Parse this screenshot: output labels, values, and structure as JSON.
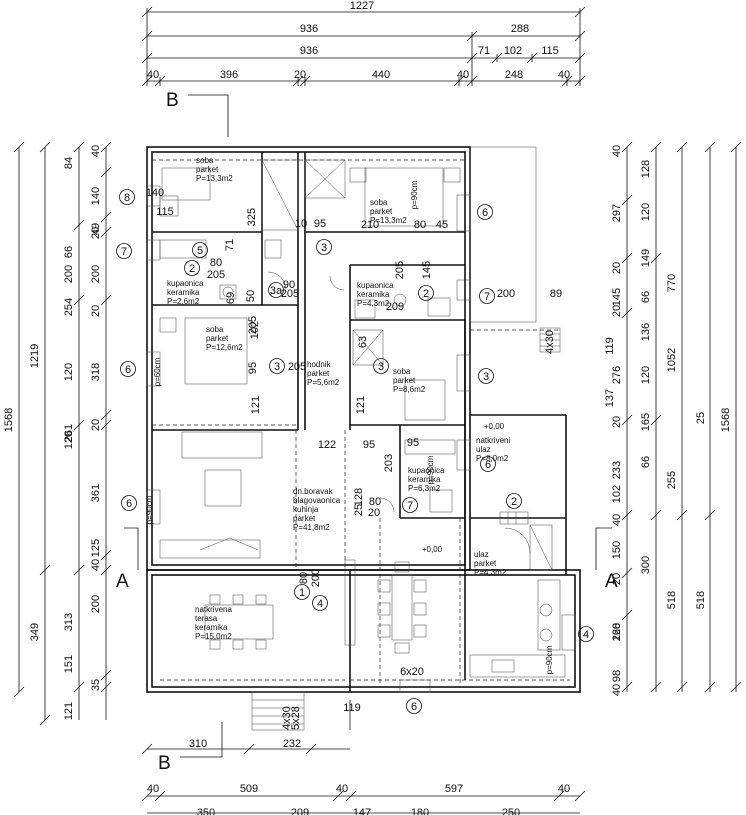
{
  "dimensions": {
    "top": {
      "row1": [
        "1227"
      ],
      "row2": [
        "936",
        "288"
      ],
      "row3": [
        "936",
        "71",
        "102",
        "115"
      ],
      "row4": [
        "40",
        "396",
        "20",
        "440",
        "40",
        "248",
        "40"
      ]
    },
    "left": {
      "inner": [
        "40",
        "84",
        "140",
        "49",
        "66",
        "20",
        "200",
        "254",
        "20",
        "120",
        "318",
        "20",
        "261",
        "120",
        "361",
        "125",
        "40",
        "200",
        "313",
        "151",
        "35",
        "121"
      ],
      "middle": [
        "200",
        "1219",
        "349"
      ],
      "outer": [
        "1568"
      ]
    },
    "right": {
      "inner": [
        "40",
        "128",
        "297",
        "120",
        "20",
        "149",
        "145",
        "66",
        "20",
        "136",
        "276",
        "120",
        "20",
        "165",
        "233",
        "66",
        "102",
        "40",
        "150",
        "20",
        "300",
        "268",
        "120",
        "98",
        "40"
      ],
      "middle": [
        "770",
        "1052",
        "25",
        "255",
        "518"
      ],
      "outer": [
        "1568",
        "518"
      ]
    },
    "bottom": {
      "row1": [
        "310",
        "232",
        "119"
      ],
      "row2": [
        "40",
        "509",
        "40",
        "597",
        "40"
      ],
      "row3": [
        "350",
        "209",
        "147",
        "180",
        "250"
      ]
    },
    "inner": [
      "325",
      "10",
      "95",
      "210",
      "80",
      "45",
      "80",
      "205",
      "71",
      "90",
      "205",
      "50",
      "69",
      "205",
      "102",
      "63",
      "209",
      "200",
      "89",
      "119",
      "137",
      "95",
      "121",
      "205",
      "121",
      "95",
      "122",
      "95",
      "203",
      "128",
      "25",
      "80",
      "20",
      "80",
      "200",
      "205",
      "145",
      "140",
      "115",
      "p=90cm",
      "p=60cm",
      "p=90cm",
      "p=90cm",
      "p=90cm",
      "6x20",
      "4x30",
      "5x28",
      "4x30"
    ]
  },
  "section_marks": {
    "a_left": "A",
    "a_right": "A",
    "b_top": "B",
    "b_bottom": "B"
  },
  "markers": [
    "8",
    "7",
    "2",
    "3",
    "3a",
    "3",
    "2",
    "7",
    "6",
    "6",
    "3",
    "3",
    "6",
    "6",
    "7",
    "2",
    "1",
    "4",
    "4",
    "6",
    "5",
    "7"
  ],
  "rooms": [
    {
      "name": "soba",
      "floor": "parket",
      "area": "P=13,3m2"
    },
    {
      "name": "soba",
      "floor": "parket",
      "area": "P=13,3m2"
    },
    {
      "name": "kupaonica",
      "floor": "keramika",
      "area": "P=2,6m2"
    },
    {
      "name": "kupaonica",
      "floor": "keramika",
      "area": "P=4,3m2"
    },
    {
      "name": "soba",
      "floor": "parket",
      "area": "P=12,6m2"
    },
    {
      "name": "hodnik",
      "floor": "parket",
      "area": "P=5,6m2"
    },
    {
      "name": "soba",
      "floor": "parket",
      "area": "P=8,6m2"
    },
    {
      "name": "kupaonica",
      "floor": "keramika",
      "area": "P=6,3m2"
    },
    {
      "name": "natkriveni",
      "floor": "ulaz",
      "area": "P=8,0m2",
      "level": "+0,00"
    },
    {
      "name": "dn.boravak",
      "line2": "blagovaonica",
      "line3": "kuhinja",
      "floor": "parket",
      "area": "P=41,8m2"
    },
    {
      "name": "ulaz",
      "floor": "parket",
      "area": "P=4,3m2"
    },
    {
      "name": "natkrivena",
      "line2": "terasa",
      "floor": "keramika",
      "area": "P=15,0m2"
    }
  ],
  "levels": [
    "+0,00",
    "+0,00"
  ]
}
